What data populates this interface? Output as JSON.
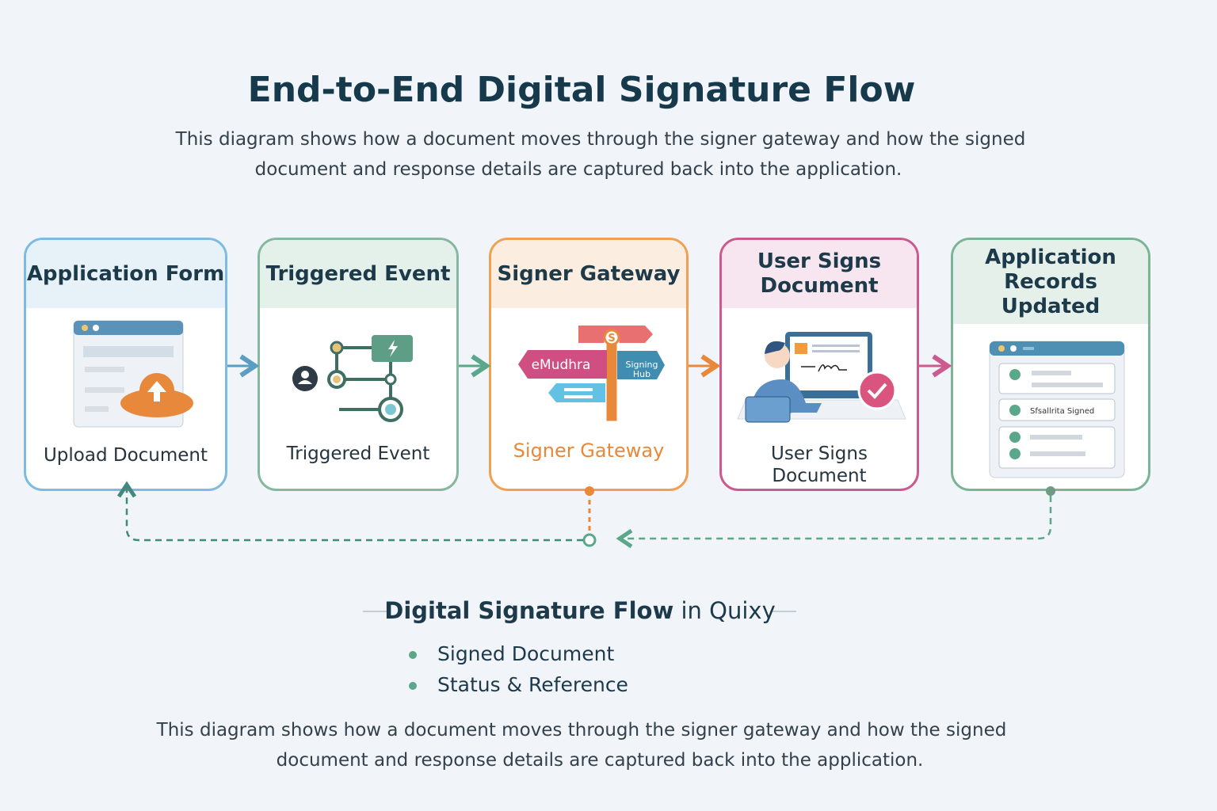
{
  "title": "End-to-End Digital Signature Flow",
  "subtitle": [
    "This diagram shows how a document moves through the signer gateway and how the signed",
    "document and response details are captured back into the application."
  ],
  "cards": [
    {
      "header": "Application Form",
      "label": "Upload Document",
      "color": "#6fb3d8"
    },
    {
      "header": "Triggered Event",
      "label": "Triggered Event",
      "color": "#7fb59b"
    },
    {
      "header": "Signer Gateway",
      "label": "Signer Gateway",
      "color": "#ef9a45",
      "signs": [
        "eMudhra",
        "Signing",
        "Hub"
      ]
    },
    {
      "header": "User Signs Document",
      "label": "User Signs Document",
      "color": "#cc5a8f"
    },
    {
      "header": "Application Records Updated",
      "label": "",
      "color": "#76b093",
      "row": "Sfsallrita Signed"
    }
  ],
  "footer": {
    "title_bold": "Digital Signature Flow",
    "title_rest": " in Quixy",
    "bullets": [
      "Signed Document",
      "Status & Reference"
    ],
    "text": [
      "This diagram shows how a document moves through the signer gateway and how the signed",
      "document and response details are captured back into the application."
    ]
  }
}
